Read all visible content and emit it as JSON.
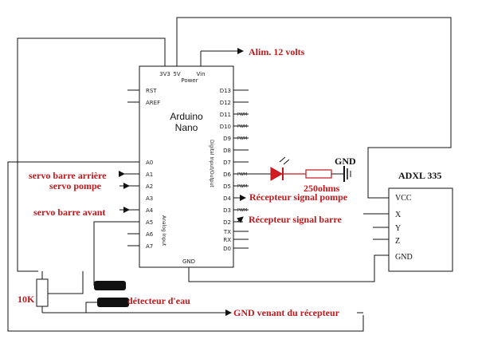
{
  "board": {
    "title_line1": "Arduino",
    "title_line2": "Nano",
    "power_label": "Power",
    "top_pins": [
      "3V3",
      "5V",
      "Vin"
    ],
    "left_pins": [
      "RST",
      "AREF",
      "A0",
      "A1",
      "A2",
      "A3",
      "A4",
      "A5",
      "A6",
      "A7"
    ],
    "right_pins": [
      "D13",
      "D12",
      "D11",
      "D10",
      "D9",
      "D8",
      "D7",
      "D6",
      "D5",
      "D4",
      "D3",
      "D2",
      "TX",
      "RX",
      "D0"
    ],
    "pwm_label": "PWM",
    "analog_label": "Analog Input",
    "digital_label": "Digital Input/Output",
    "gnd_label": "GND"
  },
  "labels": {
    "alim": "Alim. 12 volts",
    "gnd_top": "GND",
    "resistor_value": "250ohms",
    "servo_barre_arriere": "servo barre arrière",
    "servo_pompe": "servo pompe",
    "servo_barre_avant": "servo barre avant",
    "recepteur_pompe": "Récepteur signal pompe",
    "recepteur_barre": "Récepteur signal barre",
    "detecteur_eau": "détecteur d'eau",
    "gnd_recepteur": "GND venant du récepteur",
    "pot": "10K"
  },
  "adxl": {
    "title": "ADXL 335",
    "pins": [
      "VCC",
      "X",
      "Y",
      "Z",
      "GND"
    ]
  }
}
